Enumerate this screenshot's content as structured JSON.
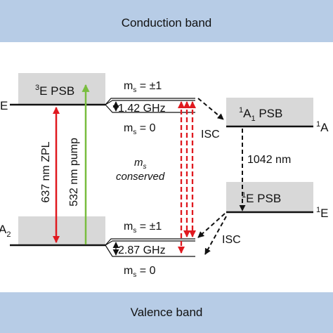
{
  "colors": {
    "band": "#b7cce6",
    "psb": "#d8d8d8",
    "red": "#e0191f",
    "green": "#79bd3f",
    "black": "#111111"
  },
  "bands": {
    "conduction": "Conduction band",
    "valence": "Valence band"
  },
  "levels": {
    "excited_psb": {
      "sup": "3",
      "main": "E PSB"
    },
    "excited_edge": "E",
    "ground_edge": {
      "main": "A",
      "sub": "2"
    },
    "singlet_upper_psb": {
      "sup": "1",
      "main": "A",
      "sub": "1",
      "rest": " PSB"
    },
    "singlet_upper_edge": {
      "sup": "1",
      "main": "A"
    },
    "singlet_lower_psb": {
      "sup": "1",
      "main": "E PSB"
    },
    "singlet_lower_edge": {
      "sup": "1",
      "main": "E"
    }
  },
  "transitions": {
    "zpl": "637 nm ZPL",
    "pump": "532 nm pump",
    "ir": "1042 nm",
    "isc_upper": "ISC",
    "isc_lower": "ISC"
  },
  "spin": {
    "upper_pm1": {
      "main": "m",
      "sub": "s",
      "rest": " = ±1"
    },
    "upper_zero": {
      "main": "m",
      "sub": "s",
      "rest": " = 0"
    },
    "upper_split": "1.42 GHz",
    "lower_pm1": {
      "main": "m",
      "sub": "s",
      "rest": " = ±1"
    },
    "lower_zero": {
      "main": "m",
      "sub": "s",
      "rest": " = 0"
    },
    "lower_split": "2.87 GHz",
    "conserved_ms": {
      "main": "m",
      "sub": "s"
    },
    "conserved_word": "conserved"
  }
}
